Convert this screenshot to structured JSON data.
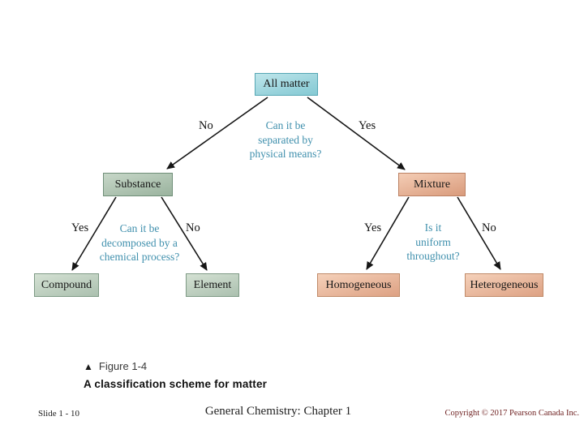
{
  "diagram": {
    "nodes": {
      "all_matter": {
        "label": "All matter",
        "fill": "#a5dae2",
        "border": "#55a6b4"
      },
      "substance": {
        "label": "Substance",
        "fill": "#aec5b2",
        "border": "#6f8e78"
      },
      "mixture": {
        "label": "Mixture",
        "fill": "#e7b394",
        "border": "#bc8163"
      },
      "compound": {
        "label": "Compound",
        "fill": "#bfd1c1",
        "border": "#7e9a85"
      },
      "element": {
        "label": "Element",
        "fill": "#bfd1c1",
        "border": "#7e9a85"
      },
      "homogeneous": {
        "label": "Homogeneous",
        "fill": "#e9b79a",
        "border": "#c08a68"
      },
      "heterogeneous": {
        "label": "Heterogeneous",
        "fill": "#e9b79a",
        "border": "#c08a68"
      }
    },
    "questions": {
      "physical": {
        "lines": [
          "Can it be",
          "separated by",
          "physical means?"
        ]
      },
      "chemical": {
        "lines": [
          "Can it be",
          "decomposed by a",
          "chemical process?"
        ]
      },
      "uniform": {
        "lines": [
          "Is it",
          "uniform",
          "throughout?"
        ]
      }
    },
    "branch_labels": {
      "matter_no": "No",
      "matter_yes": "Yes",
      "substance_yes": "Yes",
      "substance_no": "No",
      "mixture_yes": "Yes",
      "mixture_no": "No"
    },
    "question_text_color": "#4090ad",
    "arrow_color": "#161616"
  },
  "caption": {
    "marker": "▲",
    "figure_label": "Figure 1-4",
    "title": "A classification scheme for matter"
  },
  "footer": {
    "slide_number": "Slide 1 - 10",
    "course_title": "General Chemistry: Chapter 1",
    "copyright": "Copyright © 2017 Pearson Canada Inc."
  }
}
